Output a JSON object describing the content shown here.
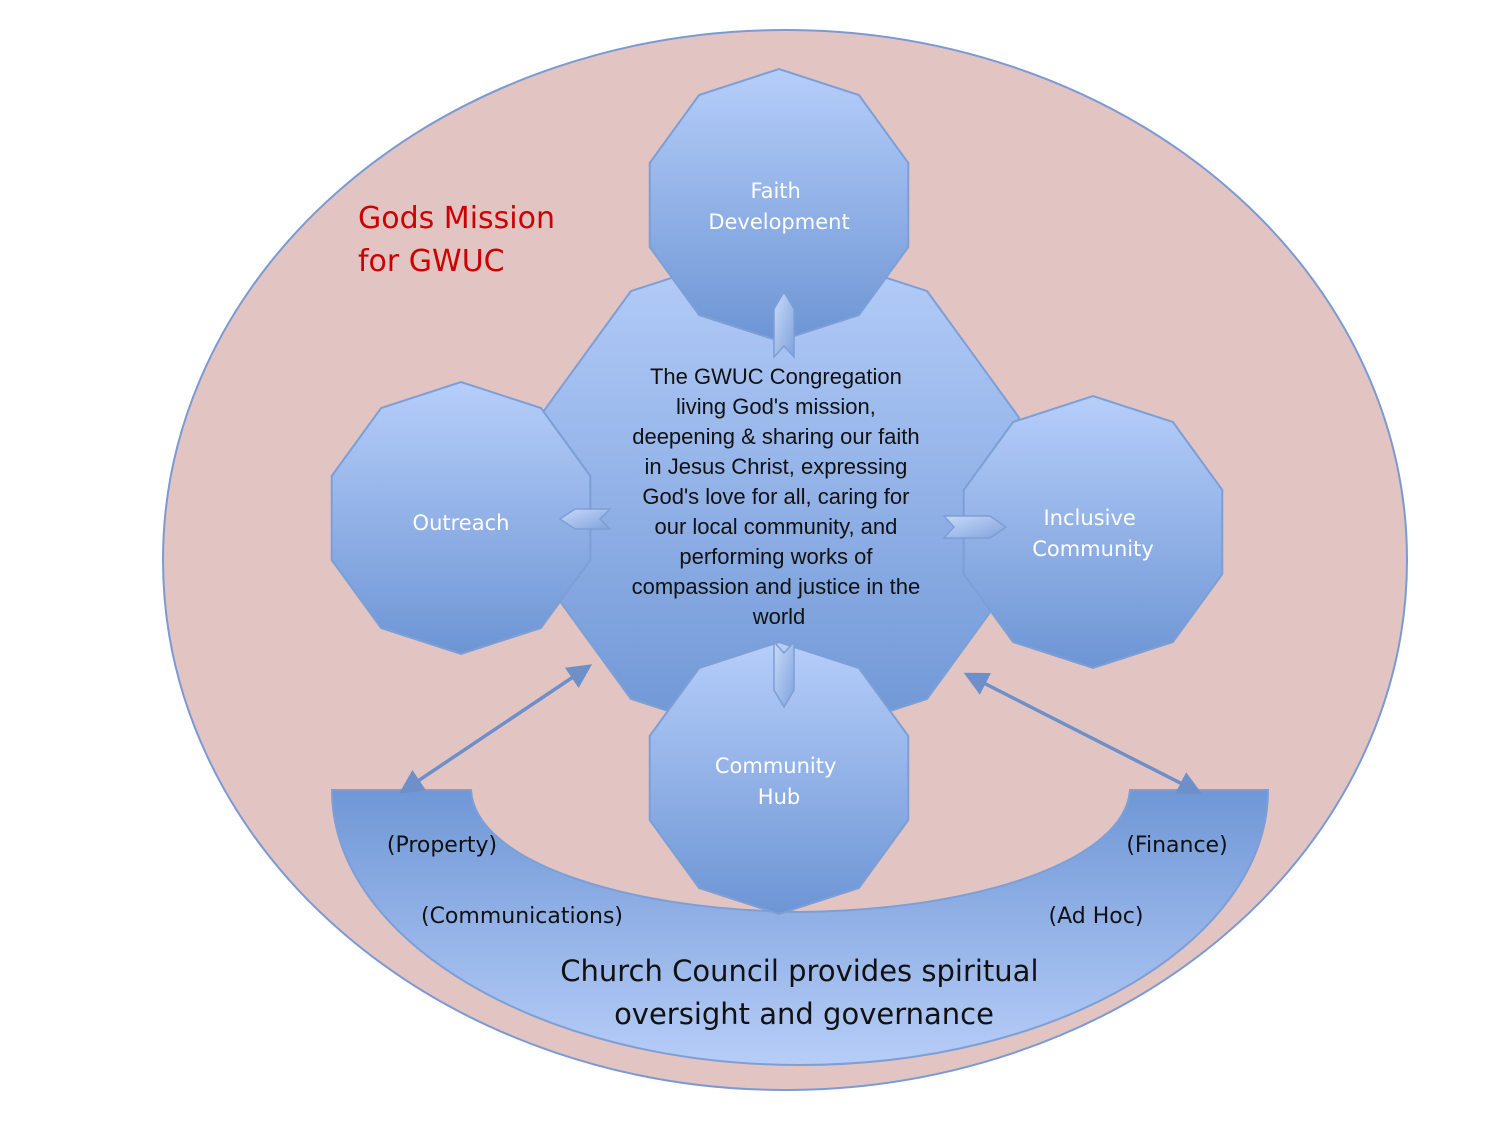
{
  "mission": {
    "title_lines": [
      "Gods Mission",
      "for GWUC"
    ],
    "title_color": "#cc0000",
    "background_color": "#e2c5c3"
  },
  "core": {
    "lines": [
      "The GWUC Congregation",
      "living God's mission,",
      "deepening & sharing our faith",
      "in Jesus Christ, expressing",
      "God's love for all, caring for",
      "our local community, and",
      "performing works of",
      "compassion and justice in the",
      "world"
    ]
  },
  "nodes": [
    {
      "id": "faith-development",
      "lines": [
        "Faith",
        "Development"
      ]
    },
    {
      "id": "outreach",
      "lines": [
        "Outreach"
      ]
    },
    {
      "id": "inclusive-community",
      "lines": [
        "Inclusive",
        "Community"
      ]
    },
    {
      "id": "community-hub",
      "lines": [
        "Community",
        "Hub"
      ]
    }
  ],
  "council": {
    "lines": [
      "Church Council provides spiritual",
      "oversight and governance"
    ],
    "committees": [
      "(Property)",
      "(Finance)",
      "(Communications)",
      "(Ad Hoc)"
    ]
  },
  "colors": {
    "shape_light": "#b3cbf8",
    "shape_dark": "#6f97d6",
    "shape_stroke": "#7d9fd6",
    "connector": "#6e8fc8"
  }
}
